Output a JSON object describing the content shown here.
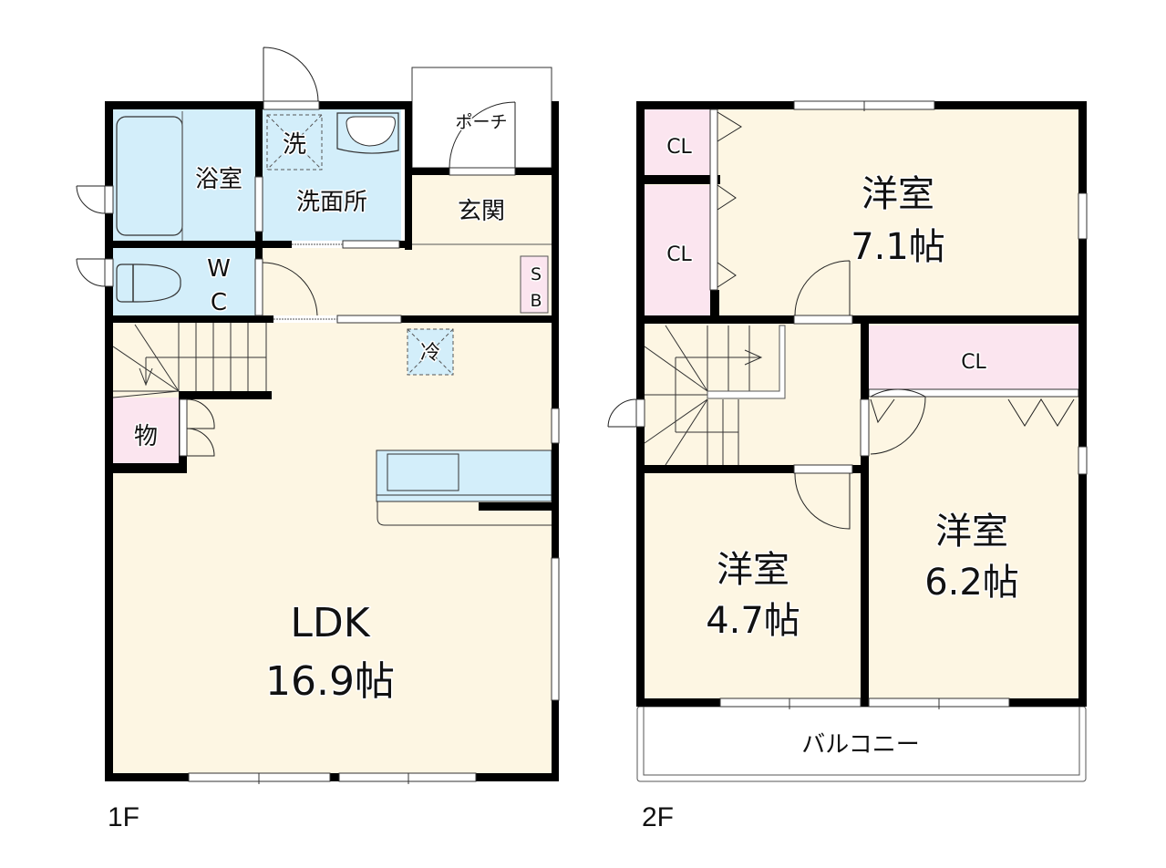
{
  "colors": {
    "wall": "#000000",
    "living_floor": "#fdf6e3",
    "wet_area": "#d3eefa",
    "storage": "#fbe5ef",
    "background": "#ffffff",
    "line": "#333333"
  },
  "floor1": {
    "label": "1F",
    "rooms": {
      "bath": {
        "name": "浴室"
      },
      "washroom": {
        "name": "洗面所",
        "washer": "洗"
      },
      "porch": {
        "name": "ポーチ"
      },
      "entrance": {
        "name": "玄関"
      },
      "wc": {
        "name_line1": "W",
        "name_line2": "C"
      },
      "shoe_box": {
        "name_line1": "S",
        "name_line2": "B"
      },
      "storage": {
        "name": "物"
      },
      "fridge": {
        "name": "冷"
      },
      "ldk": {
        "name": "LDK",
        "size": "16.9帖"
      }
    }
  },
  "floor2": {
    "label": "2F",
    "rooms": {
      "western_room_1": {
        "name": "洋室",
        "size": "7.1帖"
      },
      "closet_1": {
        "name": "CL"
      },
      "closet_2": {
        "name": "CL"
      },
      "closet_3": {
        "name": "CL"
      },
      "western_room_2": {
        "name": "洋室",
        "size": "4.7帖"
      },
      "western_room_3": {
        "name": "洋室",
        "size": "6.2帖"
      },
      "balcony": {
        "name": "バルコニー"
      }
    }
  }
}
